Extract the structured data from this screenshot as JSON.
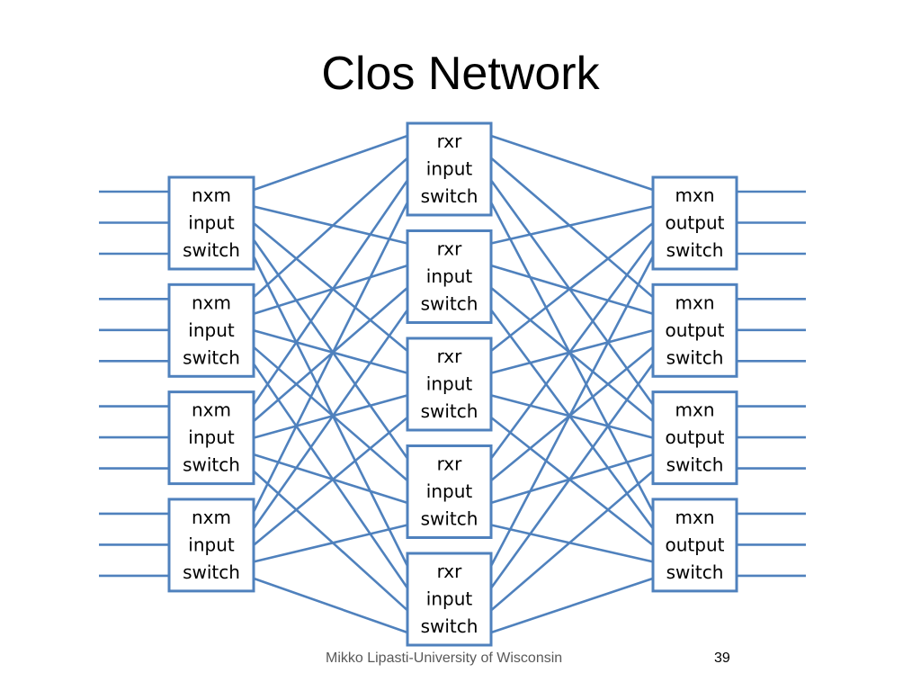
{
  "title": "Clos Network",
  "footer": "Mikko Lipasti-University of Wisconsin",
  "page_number": "39",
  "colors": {
    "line": "#4f81bd",
    "box_border": "#4f81bd",
    "box_fill": "#ffffff"
  },
  "diagram": {
    "input_switches": [
      {
        "lines": [
          "nxm",
          "input",
          "switch"
        ]
      },
      {
        "lines": [
          "nxm",
          "input",
          "switch"
        ]
      },
      {
        "lines": [
          "nxm",
          "input",
          "switch"
        ]
      },
      {
        "lines": [
          "nxm",
          "input",
          "switch"
        ]
      }
    ],
    "middle_switches": [
      {
        "lines": [
          "rxr",
          "input",
          "switch"
        ]
      },
      {
        "lines": [
          "rxr",
          "input",
          "switch"
        ]
      },
      {
        "lines": [
          "rxr",
          "input",
          "switch"
        ]
      },
      {
        "lines": [
          "rxr",
          "input",
          "switch"
        ]
      },
      {
        "lines": [
          "rxr",
          "input",
          "switch"
        ]
      }
    ],
    "output_switches": [
      {
        "lines": [
          "mxn",
          "output",
          "switch"
        ]
      },
      {
        "lines": [
          "mxn",
          "output",
          "switch"
        ]
      },
      {
        "lines": [
          "mxn",
          "output",
          "switch"
        ]
      },
      {
        "lines": [
          "mxn",
          "output",
          "switch"
        ]
      }
    ],
    "ports_per_edge_switch": 3
  }
}
